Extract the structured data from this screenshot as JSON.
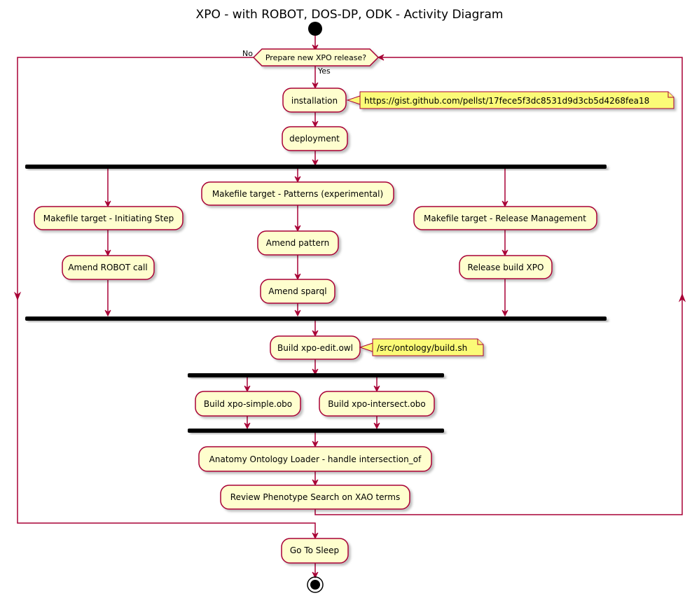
{
  "title": "XPO - with ROBOT, DOS-DP, ODK - Activity Diagram",
  "decision": {
    "question": "Prepare new XPO release?",
    "yes_label": "Yes",
    "no_label": "No"
  },
  "activities": {
    "installation": "installation",
    "deployment": "deployment",
    "initiating_step": "Makefile target - Initiating Step",
    "amend_robot": "Amend ROBOT call",
    "patterns": "Makefile target - Patterns (experimental)",
    "amend_pattern": "Amend pattern",
    "amend_sparql": "Amend sparql",
    "release_mgmt": "Makefile target - Release Management",
    "release_build": "Release build XPO",
    "build_edit": "Build xpo-edit.owl",
    "build_simple": "Build xpo-simple.obo",
    "build_intersect": "Build xpo-intersect.obo",
    "aol": "Anatomy Ontology Loader - handle intersection_of",
    "review": "Review Phenotype Search on XAO terms",
    "sleep": "Go To Sleep"
  },
  "notes": {
    "installation_note": "https://gist.github.com/pellst/17fece5f3dc8531d9d3cb5d4268fea18",
    "build_note": "/src/ontology/build.sh"
  },
  "colors": {
    "activity_fill": "#FEFECE",
    "border": "#A80036",
    "note_fill": "#FBFB77",
    "bar": "#000000"
  }
}
